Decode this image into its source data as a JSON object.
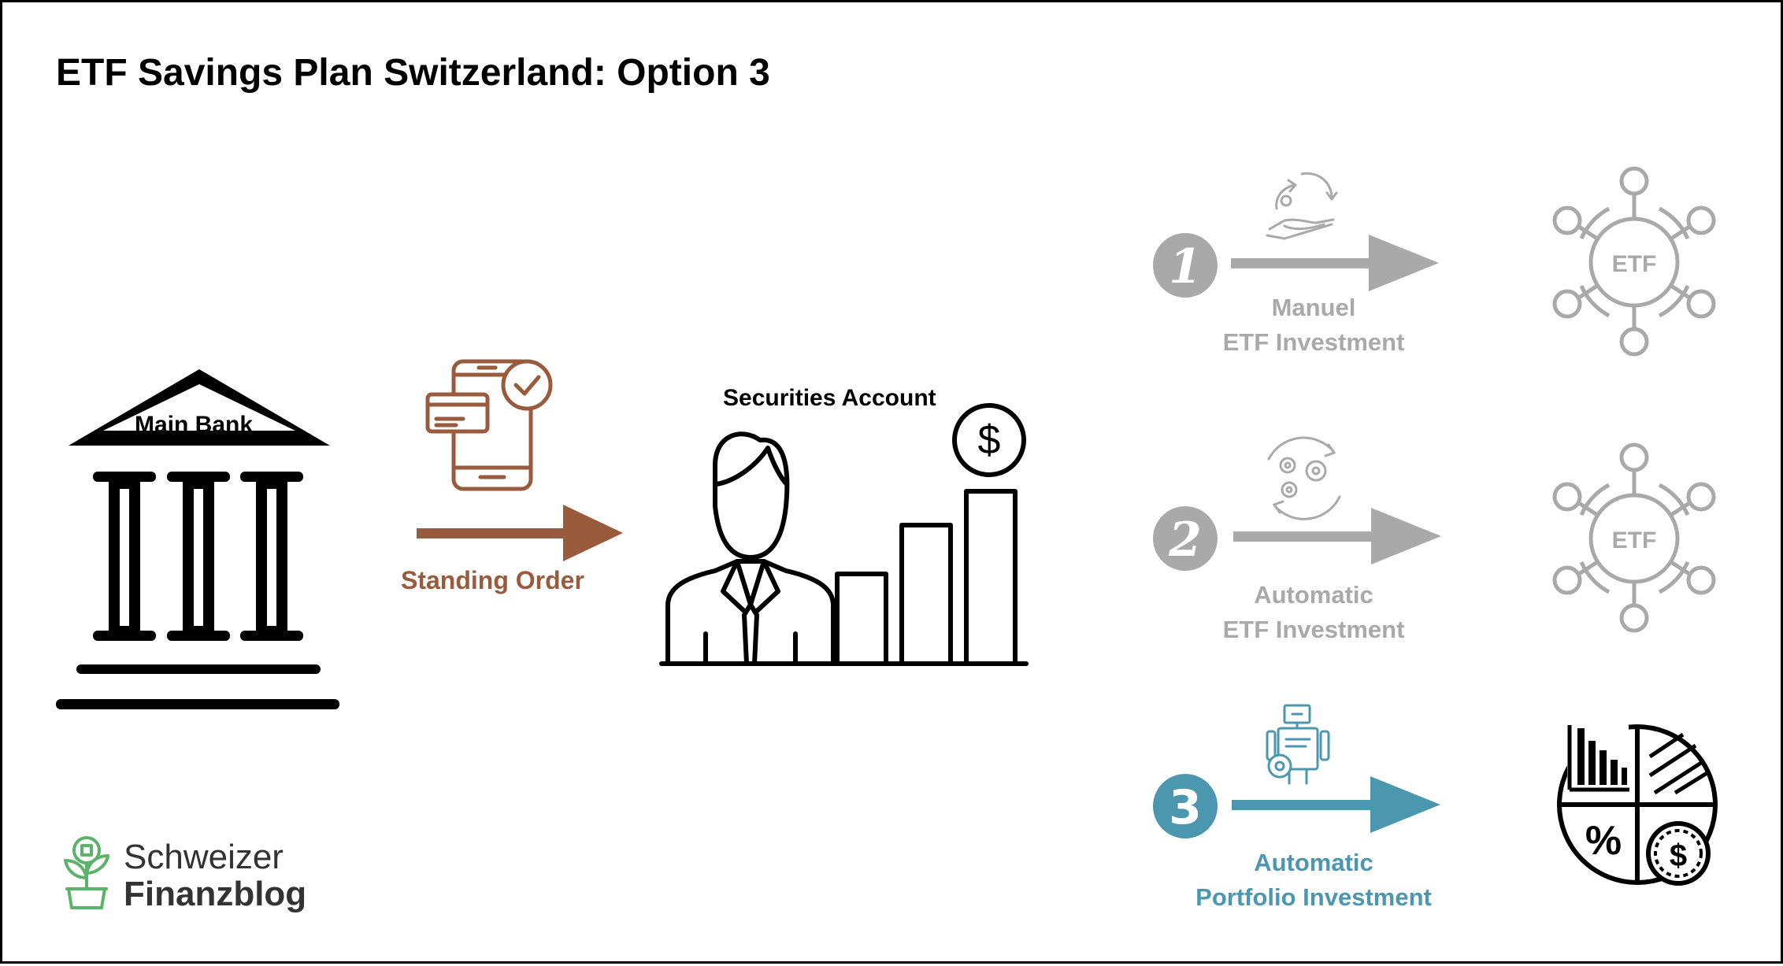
{
  "title": "ETF Savings Plan Switzerland: Option 3",
  "bank": {
    "label": "Main Bank",
    "icon": "bank-building-icon"
  },
  "transfer": {
    "label": "Standing Order",
    "icon": "mobile-payment-icon",
    "color": "#9a5a3c"
  },
  "securities": {
    "label": "Securities Account",
    "icon": "investor-chart-icon",
    "currency_symbol": "$"
  },
  "options": [
    {
      "number": "1",
      "line1": "Manuel",
      "line2": "ETF Investment",
      "icon": "hand-cycle-icon",
      "target_icon": "etf-network-icon",
      "target_label": "ETF",
      "color": "#a9a9a9",
      "active": false
    },
    {
      "number": "2",
      "line1": "Automatic",
      "line2": "ETF Investment",
      "icon": "gears-cycle-icon",
      "target_icon": "etf-network-icon",
      "target_label": "ETF",
      "color": "#a9a9a9",
      "active": false
    },
    {
      "number": "3",
      "line1": "Automatic",
      "line2": "Portfolio Investment",
      "icon": "robot-advisor-icon",
      "target_icon": "portfolio-pie-icon",
      "target_symbols": [
        "%",
        "$"
      ],
      "color": "#4b97b0",
      "active": true
    }
  ],
  "logo": {
    "line1": "Schweizer",
    "line2": "Finanzblog",
    "icon": "plant-coin-icon",
    "color": "#5bb36a"
  }
}
